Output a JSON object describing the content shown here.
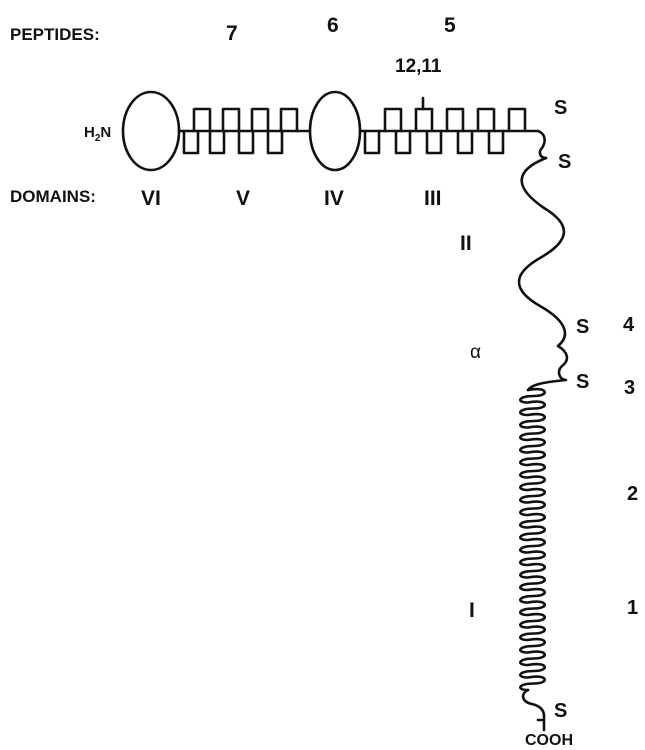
{
  "headers": {
    "peptides": "PEPTIDES:",
    "domains": "DOMAINS:"
  },
  "peptides": [
    "7",
    "6",
    "5",
    "12,11",
    "4",
    "3",
    "2",
    "1"
  ],
  "domains": [
    "VI",
    "V",
    "IV",
    "III",
    "II",
    "α",
    "I"
  ],
  "termini": {
    "n": "H",
    "n_sub": "2",
    "n_tail": "N",
    "c": "COOH"
  },
  "disulfide_label": "S"
}
